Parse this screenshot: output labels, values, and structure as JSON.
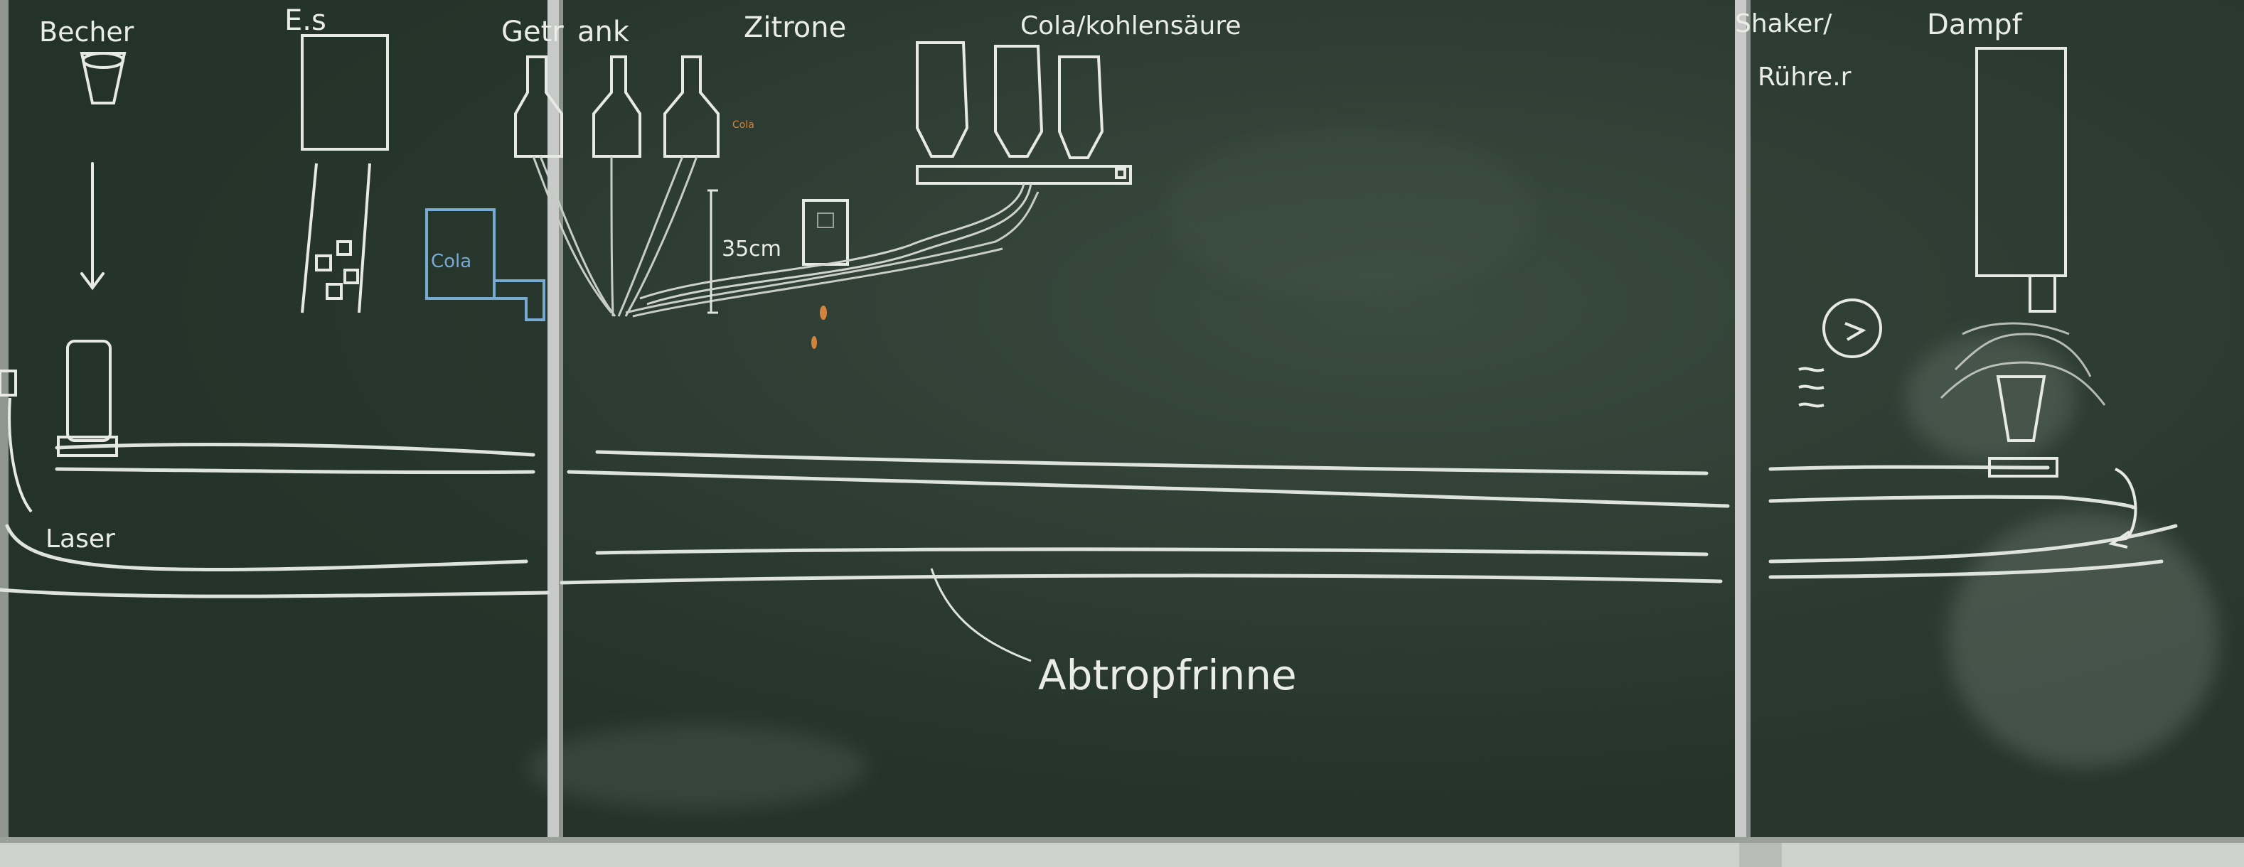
{
  "photo": {
    "subject": "chalkboard",
    "colors": {
      "board": "#29382d",
      "board_dark": "#1f2c23",
      "chalk": "#e6e9e4",
      "chalk_blue": "#78aad2",
      "chalk_orange": "#d2843c",
      "frame": "#bfc2c0",
      "tray": "#d9ddd9"
    }
  },
  "labels": {
    "becher": "Becher",
    "eis": "E.s",
    "getr": "Getr",
    "tank": "ank",
    "zitrone": "Zitrone",
    "cola_kohlensaeure": "Cola/kohlensäure",
    "shaker_ruehrer_1": "Shaker/",
    "shaker_ruehrer_2": "Rühre.r",
    "dampf": "Dampf",
    "laser": "Laser",
    "cola_box": "Cola",
    "measure": "35cm",
    "abtropfrinne": "Abtropfrinne",
    "small_cola": "Cola"
  }
}
